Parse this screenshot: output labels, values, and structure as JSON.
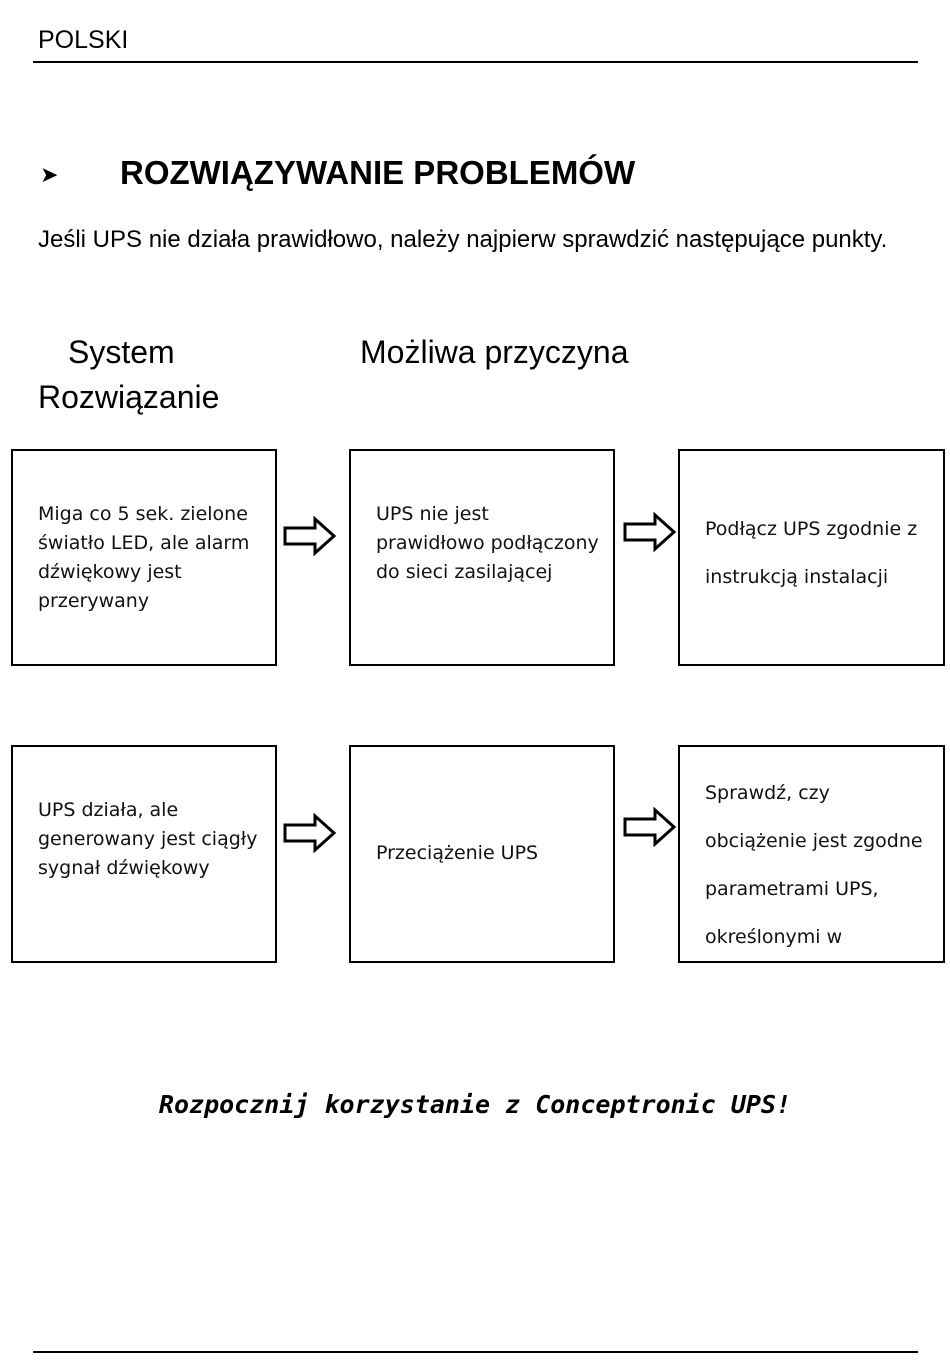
{
  "header": {
    "language": "POLSKI"
  },
  "section": {
    "bullet_icon": "arrowhead-bullet-icon",
    "title": "ROZWIĄZYWANIE PROBLEMÓW",
    "intro": "Jeśli UPS nie działa prawidłowo, należy najpierw sprawdzić następujące punkty."
  },
  "columns": {
    "system": "System",
    "cause": "Możliwa przyczyna",
    "solution": "Rozwiązanie"
  },
  "rows": [
    {
      "system": "Miga co 5 sek. zielone światło LED, ale alarm dźwiękowy jest przerywany",
      "cause": "UPS nie jest prawidłowo podłączony do sieci zasilającej",
      "solution": "Podłącz UPS zgodnie z instrukcją instalacji"
    },
    {
      "system": "UPS działa, ale generowany jest ciągły sygnał dźwiękowy",
      "cause": "Przeciążenie UPS",
      "solution": "Sprawdź, czy obciążenie jest zgodne parametrami UPS, określonymi w"
    }
  ],
  "arrow_icon": "outline-right-arrow-icon",
  "footer": {
    "slogan": "Rozpocznij korzystanie z Conceptronic UPS!"
  }
}
